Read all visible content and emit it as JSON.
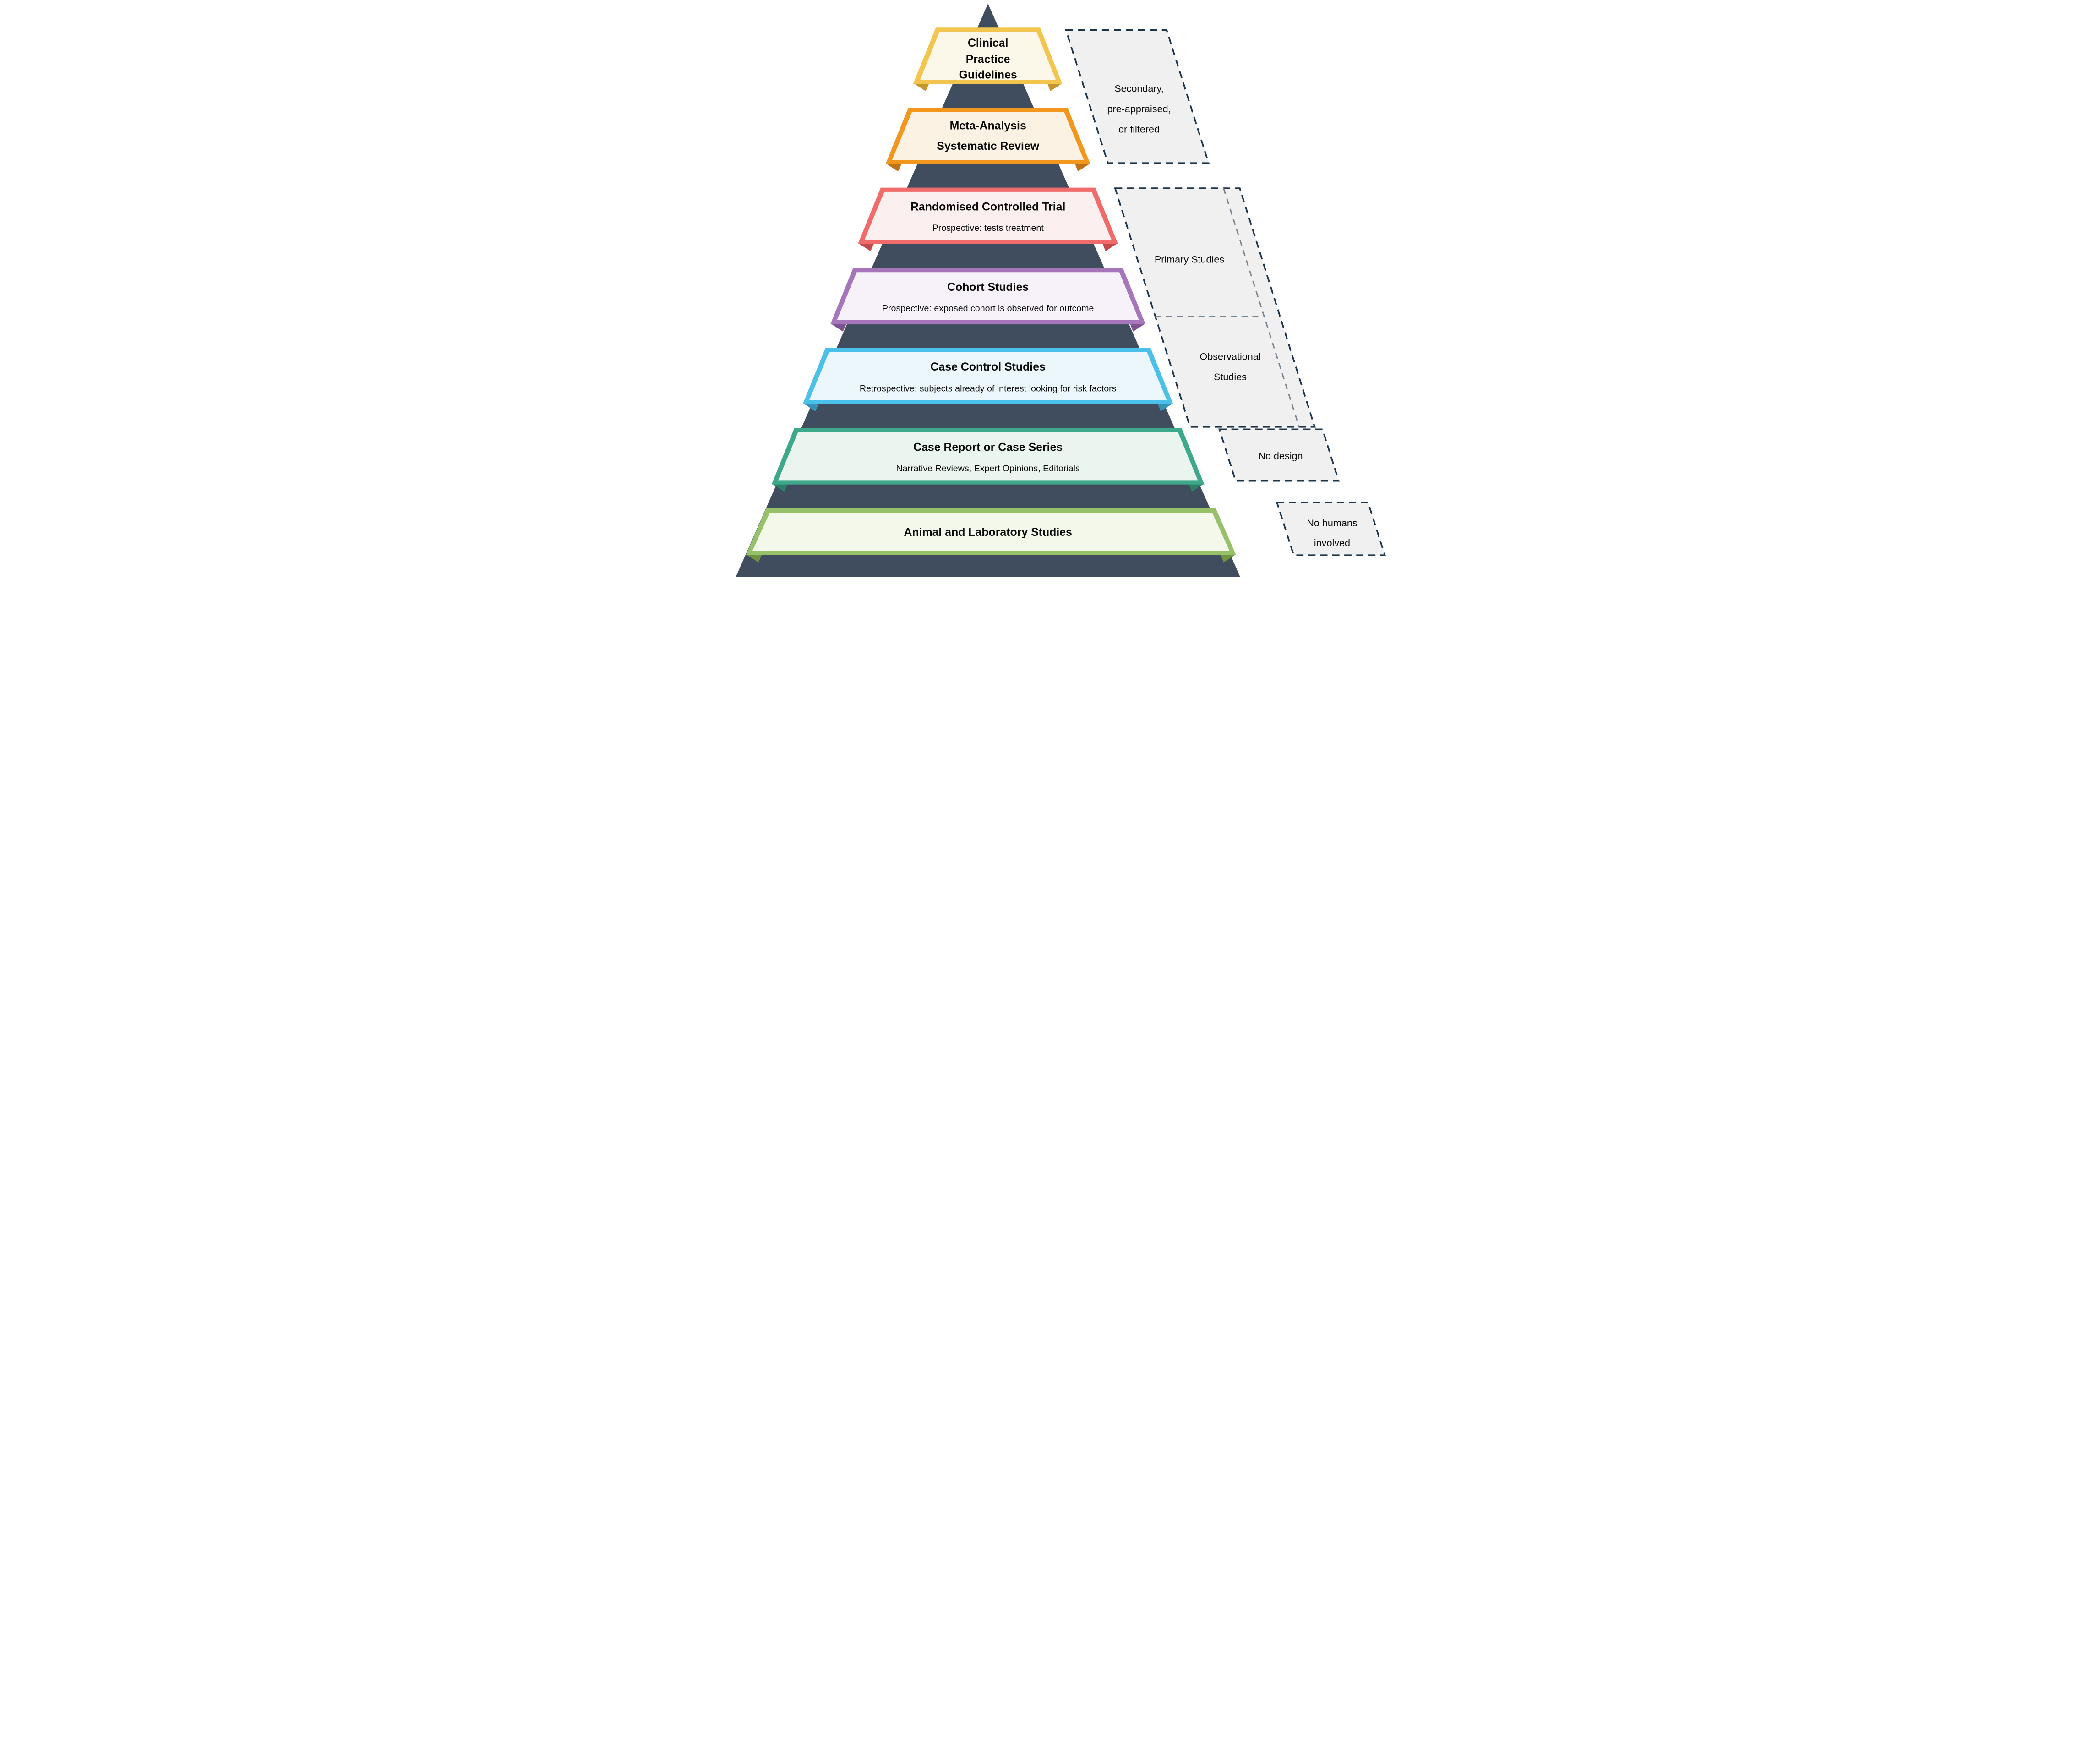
{
  "pyramid": {
    "background_color": "#FFFFFF",
    "core_color": "#3F4D5E",
    "text_color": "#0A0A0A"
  },
  "levels": [
    {
      "label_lines": [
        "Clinical",
        "Practice",
        "Guidelines"
      ],
      "subtitle": "",
      "border": "#F2C54E",
      "fill": "#FCF8E9",
      "fold": "#C4962B"
    },
    {
      "label_lines": [
        "Meta-Analysis",
        "Systematic Review"
      ],
      "subtitle": "",
      "border": "#F2961E",
      "fill": "#FCF2E4",
      "fold": "#BF7317"
    },
    {
      "label_lines": [
        "Randomised Controlled Trial"
      ],
      "subtitle": "Prospective: tests treatment",
      "border": "#F16B6B",
      "fill": "#FCEFEF",
      "fold": "#C14B4B"
    },
    {
      "label_lines": [
        "Cohort Studies"
      ],
      "subtitle": "Prospective: exposed cohort is observed for outcome",
      "border": "#A775BA",
      "fill": "#F7F1F9",
      "fold": "#7C5292"
    },
    {
      "label_lines": [
        "Case Control Studies"
      ],
      "subtitle": "Retrospective: subjects already of interest looking for risk factors",
      "border": "#4BC0E8",
      "fill": "#ECF7FC",
      "fold": "#3793B5"
    },
    {
      "label_lines": [
        "Case Report or Case Series"
      ],
      "subtitle": "Narrative Reviews, Expert Opinions, Editorials",
      "border": "#3EA98A",
      "fill": "#EAF5F0",
      "fold": "#2C7F66"
    },
    {
      "label_lines": [
        "Animal and Laboratory Studies"
      ],
      "subtitle": "",
      "border": "#97C168",
      "fill": "#F3F8EB",
      "fold": "#6F9343"
    }
  ],
  "side_labels": [
    {
      "lines": [
        "Secondary,",
        "pre-appraised,",
        "or filtered"
      ]
    },
    {
      "lines": [
        "Primary Studies"
      ]
    },
    {
      "lines": [
        "Observational",
        "Studies"
      ]
    },
    {
      "lines": [
        "No design"
      ]
    },
    {
      "lines": [
        "No humans",
        "involved"
      ]
    }
  ],
  "side_box_style": {
    "fill": "#F0F0F0",
    "dash_border": "#1E3448",
    "inner_divider": "#76828E"
  }
}
